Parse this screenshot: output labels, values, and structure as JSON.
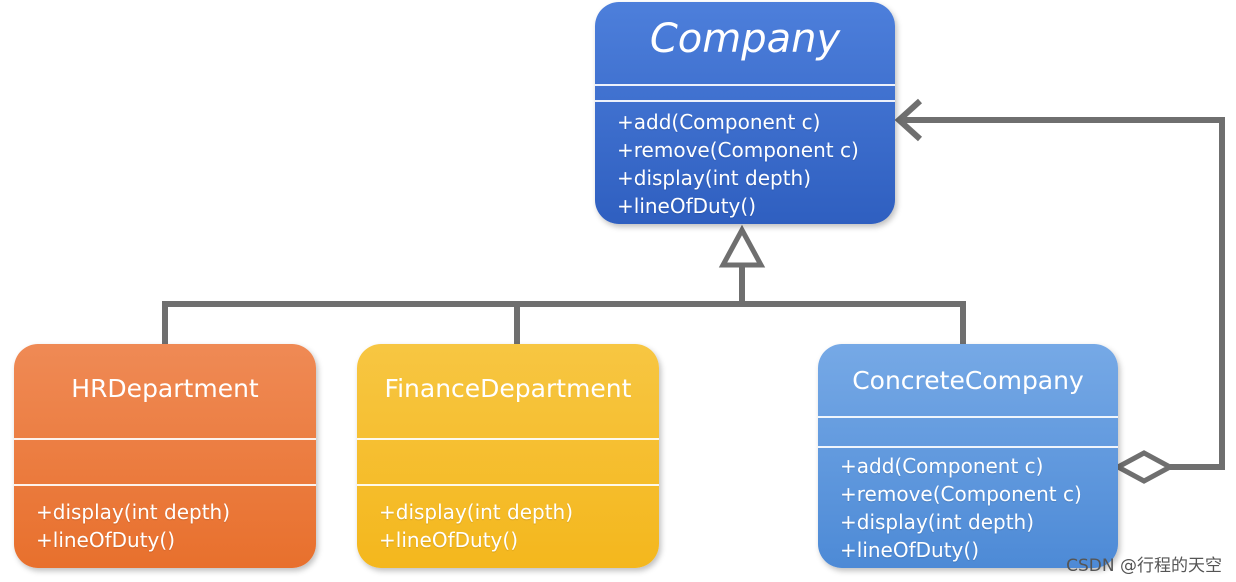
{
  "diagram": {
    "classes": {
      "company": {
        "name": "Company",
        "methods": [
          "+add(Component c)",
          "+remove(Component c)",
          "+display(int depth)",
          "+lineOfDuty()"
        ]
      },
      "hr": {
        "name": "HRDepartment",
        "methods": [
          "+display(int depth)",
          "+lineOfDuty()"
        ]
      },
      "finance": {
        "name": "FinanceDepartment",
        "methods": [
          "+display(int depth)",
          "+lineOfDuty()"
        ]
      },
      "concrete": {
        "name": "ConcreteCompany",
        "methods": [
          "+add(Component c)",
          "+remove(Component c)",
          "+display(int depth)",
          "+lineOfDuty()"
        ]
      }
    },
    "relations": [
      {
        "type": "generalization",
        "from": "HRDepartment",
        "to": "Company"
      },
      {
        "type": "generalization",
        "from": "FinanceDepartment",
        "to": "Company"
      },
      {
        "type": "generalization",
        "from": "ConcreteCompany",
        "to": "Company"
      },
      {
        "type": "aggregation",
        "from": "ConcreteCompany",
        "to": "Company"
      }
    ],
    "colors": {
      "company": "#3a6acb",
      "hr": "#eb7a3e",
      "finance": "#f5bd2c",
      "concrete": "#5f97dc",
      "connector": "#6f6f6f"
    }
  },
  "watermark": "CSDN @行程的天空"
}
